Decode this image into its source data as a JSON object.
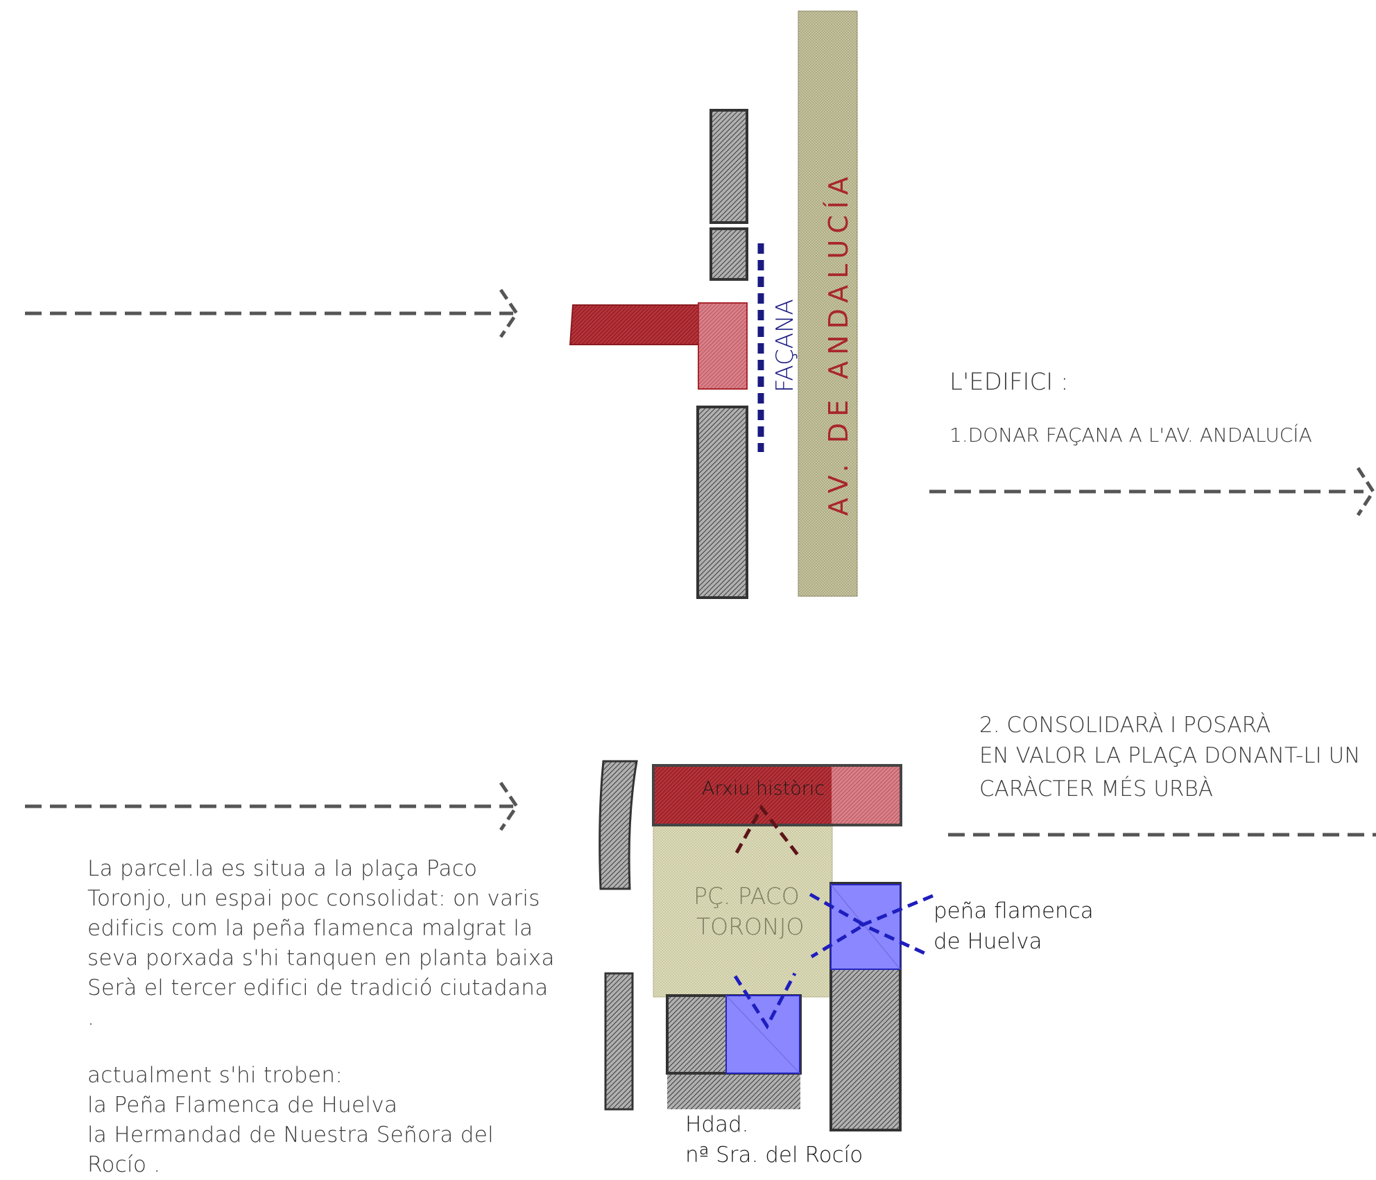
{
  "top": {
    "avenue_label": "AV. DE ANDALUCÍA",
    "facade_label": "FAÇANA",
    "heading": "L'EDIFICI :",
    "point1": "1.DONAR FAÇANA A L'AV. ANDALUCÍA"
  },
  "bottom": {
    "point2": [
      "2. CONSOLIDARÀ I POSARÀ",
      "EN VALOR LA PLAÇA DONANT-LI UN",
      "CARÀCTER MÉS URBÀ"
    ],
    "archive_label": "Arxiu històric",
    "plaza_label": [
      "PÇ. PACO",
      "TORONJO"
    ],
    "pena_label": [
      "peña flamenca",
      "de Huelva"
    ],
    "hdad_label": [
      "Hdad.",
      "nª Sra. del Rocío"
    ]
  },
  "description": {
    "paragraph": [
      "La parcel.la es situa a la plaça Paco",
      "Toronjo, un espai poc consolidat: on varis",
      "edificis com la peña flamenca malgrat la",
      "seva porxada s'hi tanquen en planta baixa",
      "Serà el tercer edifici de  tradició ciutadana",
      "."
    ],
    "list_intro": "actualment s'hi troben:",
    "list": [
      "la Peña Flamenca de Huelva",
      "la Hermandad de Nuestra Señora del",
      "Rocío ."
    ]
  },
  "colors": {
    "avenue": "#c9c7a3",
    "red_building": "#a8262b",
    "red_light": "#cc6a72",
    "grey_building": "#8c8c8c",
    "facade_line": "#1a1a80",
    "blue_building": "#8a87ff",
    "blue_dash": "#1e1ebe",
    "plaza": "#d8d6b0",
    "arrow": "#555555"
  }
}
